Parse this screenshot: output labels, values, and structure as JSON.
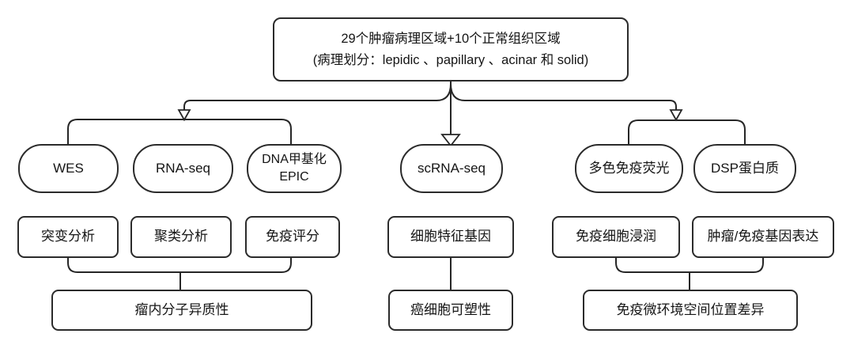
{
  "root": {
    "label": "29个肿瘤病理区域+10个正常组织区域\n(病理划分：lepidic 、papillary 、acinar 和 solid)"
  },
  "branches": {
    "multiomics": {
      "methods": [
        {
          "label": "WES"
        },
        {
          "label": "RNA-seq"
        },
        {
          "label": "DNA甲基化\nEPIC"
        }
      ],
      "analyses": [
        {
          "label": "突变分析"
        },
        {
          "label": "聚类分析"
        },
        {
          "label": "免疫评分"
        }
      ],
      "finding": {
        "label": "瘤内分子异质性"
      }
    },
    "single_cell": {
      "methods": [
        {
          "label": "scRNA-seq"
        }
      ],
      "analyses": [
        {
          "label": "细胞特征基因"
        }
      ],
      "finding": {
        "label": "癌细胞可塑性"
      }
    },
    "spatial": {
      "methods": [
        {
          "label": "多色免疫荧光"
        },
        {
          "label": "DSP蛋白质"
        }
      ],
      "analyses": [
        {
          "label": "免疫细胞浸润"
        },
        {
          "label": "肿瘤/免疫基因表达"
        }
      ],
      "finding": {
        "label": "免疫微环境空间位置差异"
      }
    }
  },
  "colors": {
    "line": "#262626",
    "border": "#2b2b2b",
    "text": "#151515",
    "background": "#ffffff"
  }
}
